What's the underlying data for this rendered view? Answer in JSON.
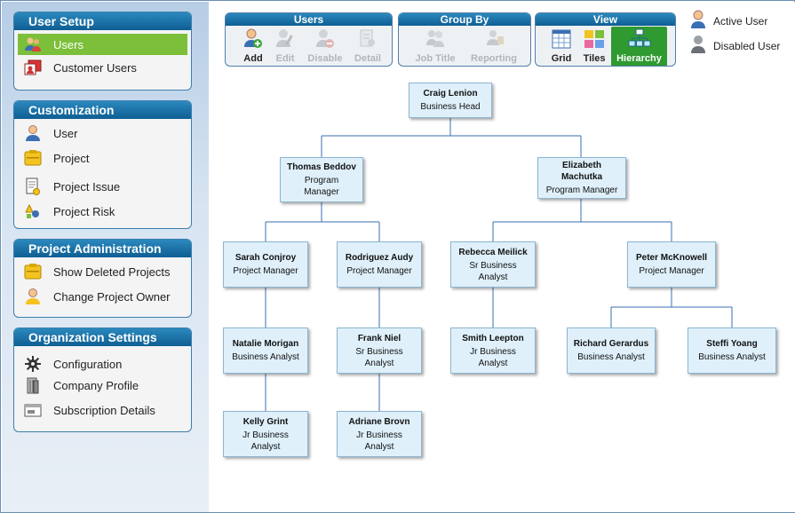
{
  "sidebar": {
    "user_setup": {
      "title": "User Setup",
      "items": [
        {
          "label": "Users",
          "icon": "users-icon",
          "active": true
        },
        {
          "label": "Customer Users",
          "icon": "customer-users-icon"
        }
      ]
    },
    "customization": {
      "title": "Customization",
      "items": [
        {
          "label": "User",
          "icon": "user-icon"
        },
        {
          "label": "Project",
          "icon": "project-icon"
        },
        {
          "label": "Project Issue",
          "icon": "project-issue-icon"
        },
        {
          "label": "Project Risk",
          "icon": "project-risk-icon"
        }
      ]
    },
    "project_admin": {
      "title": "Project Administration",
      "items": [
        {
          "label": "Show Deleted Projects",
          "icon": "deleted-projects-icon"
        },
        {
          "label": "Change Project Owner",
          "icon": "change-owner-icon"
        }
      ]
    },
    "org_settings": {
      "title": "Organization Settings",
      "items": [
        {
          "label": "Configuration",
          "icon": "gear-icon"
        },
        {
          "label": "Company Profile",
          "icon": "building-icon"
        },
        {
          "label": "Subscription Details",
          "icon": "subscription-icon"
        }
      ]
    }
  },
  "toolbar": {
    "users": {
      "title": "Users",
      "add": "Add",
      "edit": "Edit",
      "disable": "Disable",
      "details": "Detail"
    },
    "group_by": {
      "title": "Group By",
      "job_title": "Job Title",
      "reporting": "Reporting"
    },
    "view": {
      "title": "View",
      "grid": "Grid",
      "tiles": "Tiles",
      "hierarchy": "Hierarchy",
      "selected": "Hierarchy"
    }
  },
  "legend": {
    "active": "Active User",
    "disabled": "Disabled User"
  },
  "colors": {
    "header_blue": "#0f5f93",
    "active_green": "#7cbf3a",
    "selected_green": "#2f9a2f",
    "node_bg": "#dff0fa",
    "line": "#3a6fb0"
  },
  "org": {
    "craig": {
      "name": "Craig Lenion",
      "title": "Business Head"
    },
    "thomas": {
      "name": "Thomas Beddov",
      "title": "Program Manager"
    },
    "elizabeth": {
      "name": "Elizabeth Machutka",
      "title": "Program Manager"
    },
    "sarah": {
      "name": "Sarah Conjroy",
      "title": "Project Manager"
    },
    "rodriguez": {
      "name": "Rodriguez Audy",
      "title": "Project Manager"
    },
    "rebecca": {
      "name": "Rebecca Meilick",
      "title": "Sr Business Analyst"
    },
    "peter": {
      "name": "Peter McKnowell",
      "title": "Project Manager"
    },
    "natalie": {
      "name": "Natalie Morigan",
      "title": "Business Analyst"
    },
    "frank": {
      "name": "Frank Niel",
      "title": "Sr Business Analyst"
    },
    "smith": {
      "name": "Smith Leepton",
      "title": "Jr Business Analyst"
    },
    "richard": {
      "name": "Richard Gerardus",
      "title": "Business Analyst"
    },
    "steffi": {
      "name": "Steffi Yoang",
      "title": "Business Analyst"
    },
    "kelly": {
      "name": "Kelly Grint",
      "title": "Jr Business Analyst"
    },
    "adriane": {
      "name": "Adriane Brovn",
      "title": "Jr Business Analyst"
    }
  }
}
